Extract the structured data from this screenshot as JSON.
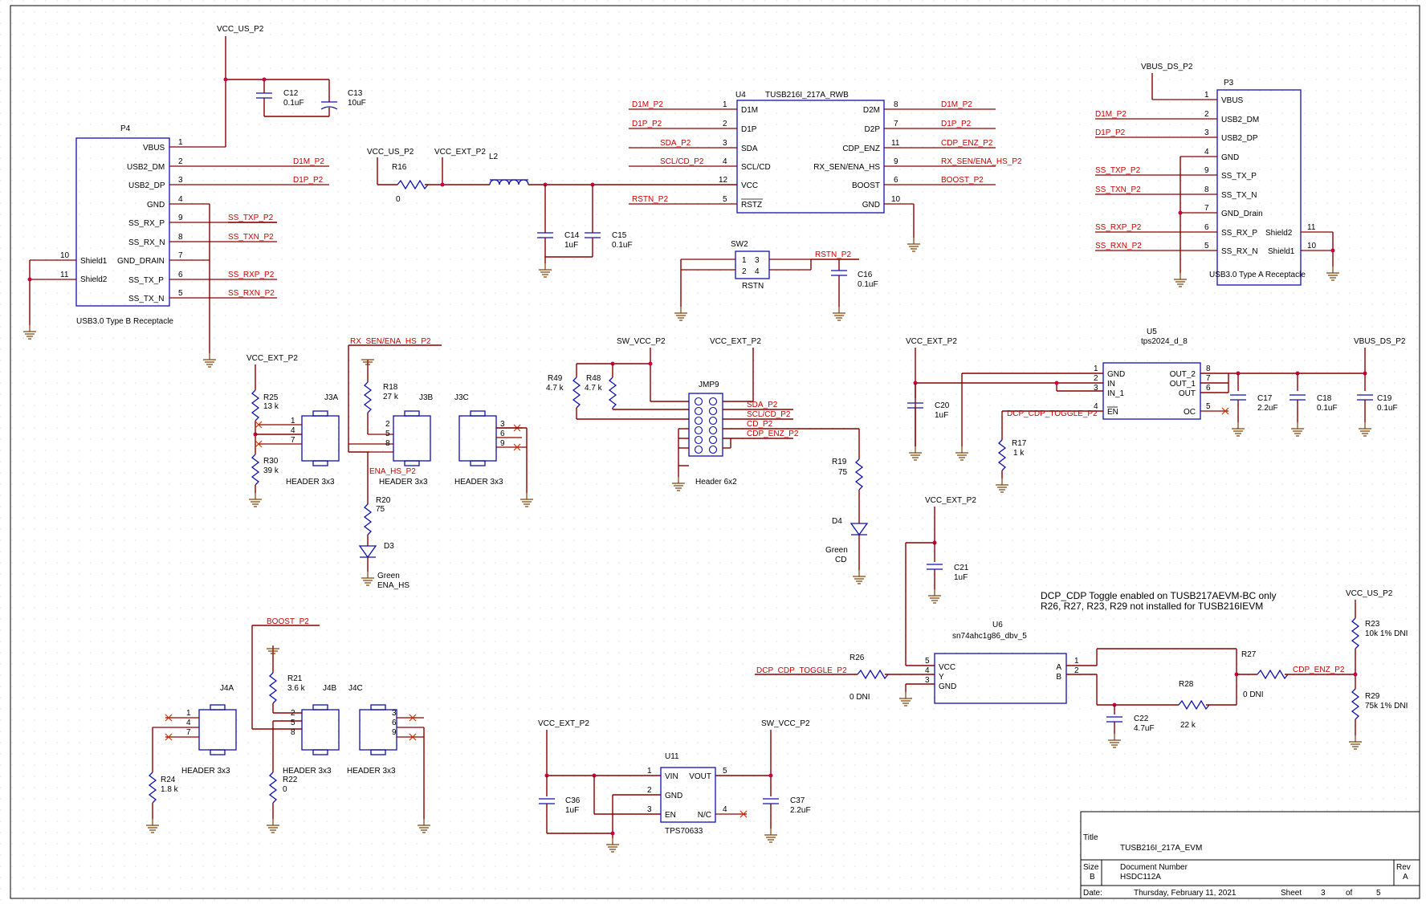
{
  "title_block": {
    "title_label": "Title",
    "title_value": "TUSB216I_217A_EVM",
    "size_label": "Size",
    "size_value": "B",
    "docnum_label": "Document Number",
    "docnum_value": "HSDC112A",
    "rev_label": "Rev",
    "rev_value": "A",
    "date_label": "Date:",
    "date_value": "Thursday, February 11, 2021",
    "sheet_label": "Sheet",
    "sheet_value": "3",
    "of_label": "of",
    "of_value": "5"
  },
  "notes": {
    "line1": "DCP_CDP Toggle enabled on TUSB217AEVM-BC only",
    "line2": "R26, R27, R23, R29 not installed for TUSB216IEVM"
  },
  "p4": {
    "ref": "P4",
    "desc": "USB3.0 Type B Receptacle",
    "pins": [
      {
        "num": "1",
        "name": "VBUS"
      },
      {
        "num": "2",
        "name": "USB2_DM"
      },
      {
        "num": "3",
        "name": "USB2_DP"
      },
      {
        "num": "4",
        "name": "GND"
      },
      {
        "num": "9",
        "name": "SS_RX_P"
      },
      {
        "num": "8",
        "name": "SS_RX_N"
      },
      {
        "num": "7",
        "name": "GND_DRAIN"
      },
      {
        "num": "6",
        "name": "SS_TX_P"
      },
      {
        "num": "5",
        "name": "SS_TX_N"
      }
    ],
    "shield_pins": [
      {
        "num": "10",
        "name": "Shield1"
      },
      {
        "num": "11",
        "name": "Shield2"
      }
    ],
    "nets": [
      "D1M_P2",
      "D1P_P2",
      "SS_TXP_P2",
      "SS_TXN_P2",
      "SS_RXP_P2",
      "SS_RXN_P2"
    ]
  },
  "power_labels": {
    "vcc_us_p2": "VCC_US_P2",
    "vcc_ext_p2": "VCC_EXT_P2",
    "vbus_ds_p2": "VBUS_DS_P2",
    "sw_vcc_p2": "SW_VCC_P2"
  },
  "caps_top": [
    {
      "ref": "C12",
      "val": "0.1uF"
    },
    {
      "ref": "C13",
      "val": "10uF"
    },
    {
      "ref": "C14",
      "val": "1uF"
    },
    {
      "ref": "C15",
      "val": "0.1uF"
    },
    {
      "ref": "C16",
      "val": "0.1uF"
    }
  ],
  "r16": {
    "ref": "R16",
    "val": "0"
  },
  "l2": {
    "ref": "L2"
  },
  "u4": {
    "ref": "U4",
    "part": "TUSB216I_217A_RWB",
    "left_pins": [
      {
        "num": "1",
        "name": "D1M",
        "net": "D1M_P2"
      },
      {
        "num": "2",
        "name": "D1P",
        "net": "D1P_P2"
      },
      {
        "num": "3",
        "name": "SDA",
        "net": "SDA_P2"
      },
      {
        "num": "4",
        "name": "SCL/CD",
        "net": "SCL/CD_P2"
      },
      {
        "num": "12",
        "name": "VCC",
        "net": ""
      },
      {
        "num": "5",
        "name": "RSTZ",
        "net": "RSTN_P2"
      }
    ],
    "right_pins": [
      {
        "num": "8",
        "name": "D2M",
        "net": "D1M_P2"
      },
      {
        "num": "7",
        "name": "D2P",
        "net": "D1P_P2"
      },
      {
        "num": "11",
        "name": "CDP_ENZ",
        "net": "CDP_ENZ_P2"
      },
      {
        "num": "9",
        "name": "RX_SEN/ENA_HS",
        "net": "RX_SEN/ENA_HS_P2"
      },
      {
        "num": "6",
        "name": "BOOST",
        "net": "BOOST_P2"
      },
      {
        "num": "10",
        "name": "GND",
        "net": ""
      }
    ]
  },
  "sw2": {
    "ref": "SW2",
    "desc": "RSTN",
    "net": "RSTN_P2",
    "pins": [
      "1",
      "2",
      "3",
      "4"
    ]
  },
  "p3": {
    "ref": "P3",
    "desc": "USB3.0 Type A Receptacle",
    "pins": [
      {
        "num": "1",
        "name": "VBUS",
        "net": "VBUS_DS_P2"
      },
      {
        "num": "2",
        "name": "USB2_DM",
        "net": "D1M_P2"
      },
      {
        "num": "3",
        "name": "USB2_DP",
        "net": "D1P_P2"
      },
      {
        "num": "4",
        "name": "GND",
        "net": ""
      },
      {
        "num": "9",
        "name": "SS_TX_P",
        "net": "SS_TXP_P2"
      },
      {
        "num": "8",
        "name": "SS_TX_N",
        "net": "SS_TXN_P2"
      },
      {
        "num": "7",
        "name": "GND_Drain",
        "net": ""
      },
      {
        "num": "6",
        "name": "SS_RX_P",
        "net": "SS_RXP_P2"
      },
      {
        "num": "5",
        "name": "SS_RX_N",
        "net": "SS_RXN_P2"
      }
    ],
    "shield_pins": [
      {
        "num": "11",
        "name": "Shield2"
      },
      {
        "num": "10",
        "name": "Shield1"
      }
    ]
  },
  "j3": {
    "r25": {
      "ref": "R25",
      "val": "13 k"
    },
    "r30": {
      "ref": "R30",
      "val": "39 k"
    },
    "r18": {
      "ref": "R18",
      "val": "27 k"
    },
    "r20": {
      "ref": "R20",
      "val": "75"
    },
    "d3": {
      "ref": "D3",
      "color": "Green",
      "label": "ENA_HS"
    },
    "net_rx": "RX_SEN/ENA_HS_P2",
    "net_ena": "ENA_HS_P2",
    "parts": [
      {
        "ref": "J3A",
        "desc": "HEADER 3x3",
        "pins": [
          "1",
          "4",
          "7"
        ]
      },
      {
        "ref": "J3B",
        "desc": "HEADER 3x3",
        "pins": [
          "2",
          "5",
          "8"
        ]
      },
      {
        "ref": "J3C",
        "desc": "HEADER 3x3",
        "pins": [
          "3",
          "6",
          "9"
        ]
      }
    ]
  },
  "jmp9": {
    "ref": "JMP9",
    "desc": "Header 6x2",
    "r49": {
      "ref": "R49",
      "val": "4.7 k"
    },
    "r48": {
      "ref": "R48",
      "val": "4.7 k"
    },
    "r19": {
      "ref": "R19",
      "val": "75"
    },
    "d4": {
      "ref": "D4",
      "color": "Green",
      "label": "CD"
    },
    "nets": [
      "SDA_P2",
      "SCL/CD_P2",
      "CD_P2",
      "CDP_ENZ_P2"
    ]
  },
  "u5": {
    "ref": "U5",
    "part": "tps2024_d_8",
    "left_pins": [
      {
        "num": "1",
        "name": "GND"
      },
      {
        "num": "2",
        "name": "IN"
      },
      {
        "num": "3",
        "name": "IN_1"
      },
      {
        "num": "4",
        "name": "EN"
      }
    ],
    "right_pins": [
      {
        "num": "8",
        "name": "OUT_2"
      },
      {
        "num": "7",
        "name": "OUT_1"
      },
      {
        "num": "6",
        "name": "OUT"
      },
      {
        "num": "5",
        "name": "OC"
      }
    ],
    "net_en": "DCP_CDP_TOGGLE_P2",
    "r17": {
      "ref": "R17",
      "val": "1 k"
    },
    "caps": [
      {
        "ref": "C20",
        "val": "1uF"
      },
      {
        "ref": "C17",
        "val": "2.2uF"
      },
      {
        "ref": "C18",
        "val": "0.1uF"
      },
      {
        "ref": "C19",
        "val": "0.1uF"
      }
    ]
  },
  "u6": {
    "ref": "U6",
    "part": "sn74ahc1g86_dbv_5",
    "left_pins": [
      {
        "num": "5",
        "name": "VCC"
      },
      {
        "num": "4",
        "name": "Y"
      },
      {
        "num": "3",
        "name": "GND"
      }
    ],
    "right_pins": [
      {
        "num": "1",
        "name": "A"
      },
      {
        "num": "2",
        "name": "B"
      }
    ],
    "c21": {
      "ref": "C21",
      "val": "1uF"
    },
    "c22": {
      "ref": "C22",
      "val": "4.7uF"
    },
    "r26": {
      "ref": "R26",
      "val": "0 DNI"
    },
    "r27": {
      "ref": "R27",
      "val": "0 DNI"
    },
    "r28": {
      "ref": "R28",
      "val": "22 k"
    },
    "r23": {
      "ref": "R23",
      "val": "10k 1% DNI"
    },
    "r29": {
      "ref": "R29",
      "val": "75k 1% DNI"
    },
    "net_toggle": "DCP_CDP_TOGGLE_P2",
    "net_cdp": "CDP_ENZ_P2"
  },
  "j4": {
    "net_boost": "BOOST_P2",
    "r21": {
      "ref": "R21",
      "val": "3.6 k"
    },
    "r22": {
      "ref": "R22",
      "val": "0"
    },
    "r24": {
      "ref": "R24",
      "val": "1.8 k"
    },
    "parts": [
      {
        "ref": "J4A",
        "desc": "HEADER 3x3",
        "pins": [
          "1",
          "4",
          "7"
        ]
      },
      {
        "ref": "J4B",
        "desc": "HEADER 3x3",
        "pins": [
          "2",
          "5",
          "8"
        ]
      },
      {
        "ref": "J4C",
        "desc": "HEADER 3x3",
        "pins": [
          "3",
          "6",
          "9"
        ]
      }
    ]
  },
  "u11": {
    "ref": "U11",
    "part": "TPS70633",
    "left_pins": [
      {
        "num": "1",
        "name": "VIN"
      },
      {
        "num": "2",
        "name": "GND"
      },
      {
        "num": "3",
        "name": "EN"
      }
    ],
    "right_pins": [
      {
        "num": "5",
        "name": "VOUT"
      },
      {
        "num": "4",
        "name": "N/C"
      }
    ],
    "c36": {
      "ref": "C36",
      "val": "1uF"
    },
    "c37": {
      "ref": "C37",
      "val": "2.2uF"
    }
  }
}
